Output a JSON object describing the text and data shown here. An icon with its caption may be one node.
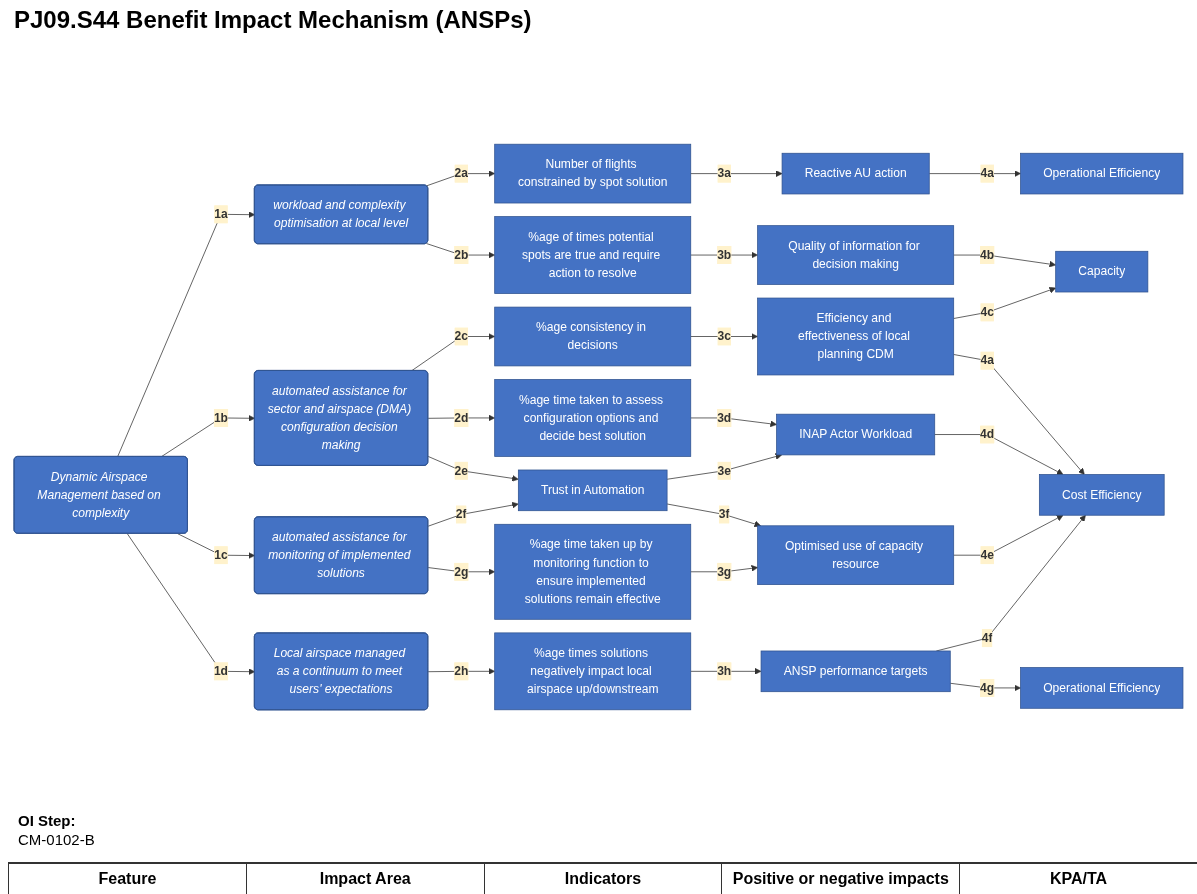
{
  "diagram": {
    "title": "PJ09.S44 Benefit Impact Mechanism (ANSPs)",
    "nodes": [
      {
        "text": [
          "Dynamic Airspace Management based on complexity"
        ]
      },
      {
        "text": [
          "workload and complexity optimisation at local level"
        ]
      },
      {
        "text": [
          "automated assistance for sector and airspace (DMA) configuration decision making"
        ]
      },
      {
        "text": [
          "automated assistance for monitoring of implemented solutions"
        ]
      },
      {
        "text": [
          "Local airspace managed as a continuum to meet users' expectations"
        ]
      },
      {
        "text": [
          "Number of flights constrained by spot solution"
        ]
      },
      {
        "text": [
          "%age of times potential spots are true and require action to resolve"
        ]
      },
      {
        "text": [
          "%age consistency in decisions"
        ]
      },
      {
        "text": [
          "%age time taken to assess configuration options and decide best solution"
        ]
      },
      {
        "text": [
          "Trust in Automation"
        ]
      },
      {
        "text": [
          "%age time taken up by monitoring function to ensure implemented solutions remain effective"
        ]
      },
      {
        "text": [
          "%age times solutions negatively impact local airspace up/downstream"
        ]
      },
      {
        "text": [
          "Reactive AU action"
        ]
      },
      {
        "text": [
          "Quality of information for decision making"
        ]
      },
      {
        "text": [
          "Efficiency and effectiveness of local planning CDM"
        ]
      },
      {
        "text": [
          "INAP Actor Workload"
        ]
      },
      {
        "text": [
          "Optimised use of capacity resource"
        ]
      },
      {
        "text": [
          "ANSP performance targets"
        ]
      },
      {
        "text": [
          "Operational Efficiency"
        ]
      },
      {
        "text": [
          "Capacity"
        ]
      },
      {
        "text": [
          "Cost Efficiency"
        ]
      },
      {
        "text": [
          "Operational Efficiency"
        ]
      }
    ],
    "edges": [
      {
        "from": 0,
        "to": 1,
        "arrow": "to",
        "label": "1a"
      },
      {
        "from": 0,
        "to": 2,
        "arrow": "to",
        "label": "1b"
      },
      {
        "from": 0,
        "to": 3,
        "arrow": "to",
        "label": "1c"
      },
      {
        "from": 0,
        "to": 4,
        "arrow": "to",
        "label": "1d"
      },
      {
        "from": 1,
        "to": 5,
        "arrow": "to",
        "label": "2a"
      },
      {
        "from": 1,
        "to": 6,
        "arrow": "to",
        "label": "2b"
      },
      {
        "from": 2,
        "to": 7,
        "arrow": "to",
        "label": "2c"
      },
      {
        "from": 2,
        "to": 8,
        "arrow": "to",
        "label": "2d"
      },
      {
        "from": 2,
        "to": 9,
        "arrow": "to",
        "label": "2e"
      },
      {
        "from": 3,
        "to": 9,
        "arrow": "to",
        "label": "2f"
      },
      {
        "from": 3,
        "to": 10,
        "arrow": "to",
        "label": "2g"
      },
      {
        "from": 4,
        "to": 11,
        "arrow": "to",
        "label": "2h"
      },
      {
        "from": 5,
        "to": 12,
        "arrow": "to",
        "label": "3a"
      },
      {
        "from": 6,
        "to": 13,
        "arrow": "to",
        "label": "3b"
      },
      {
        "from": 7,
        "to": 14,
        "arrow": "to",
        "label": "3c"
      },
      {
        "from": 8,
        "to": 15,
        "arrow": "to",
        "label": "3d"
      },
      {
        "from": 9,
        "to": 15,
        "arrow": "to",
        "label": "3e"
      },
      {
        "from": 9,
        "to": 16,
        "arrow": "to",
        "label": "3f"
      },
      {
        "from": 10,
        "to": 16,
        "arrow": "to",
        "label": "3g"
      },
      {
        "from": 11,
        "to": 17,
        "arrow": "to",
        "label": "3h"
      },
      {
        "from": 12,
        "to": 18,
        "arrow": "to",
        "label": "4a"
      },
      {
        "from": 13,
        "to": 19,
        "arrow": "to",
        "label": "4b"
      },
      {
        "from": 14,
        "to": 19,
        "arrow": "to",
        "label": "4c"
      },
      {
        "from": 14,
        "to": 20,
        "arrow": "to",
        "label": "4a"
      },
      {
        "from": 15,
        "to": 20,
        "arrow": "to",
        "label": "4d"
      },
      {
        "from": 16,
        "to": 20,
        "arrow": "to",
        "label": "4e"
      },
      {
        "from": 17,
        "to": 20,
        "arrow": "to",
        "label": "4f"
      },
      {
        "from": 17,
        "to": 21,
        "arrow": "to",
        "label": "4g"
      }
    ],
    "labels": [
      "OI Step:",
      "CM-0102-B",
      "Feature",
      "Impact Area",
      "Indicators",
      "Positive or negative impacts",
      "KPA/TA"
    ]
  }
}
